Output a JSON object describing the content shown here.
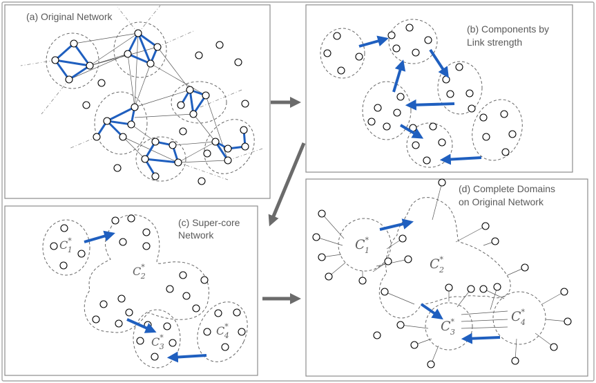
{
  "panels": {
    "a": {
      "label": "(a) Original Network"
    },
    "b": {
      "label_line1": "(b) Components by",
      "label_line2": "Link strength"
    },
    "c": {
      "label_line1": "(c) Super-core",
      "label_line2": "Network"
    },
    "d": {
      "label_line1": "(d) Complete Domains",
      "label_line2": "on Original Network"
    }
  },
  "domains": {
    "c1": {
      "base": "C",
      "sup": "*",
      "sub": "1"
    },
    "c2": {
      "base": "C",
      "sup": "*",
      "sub": "2"
    },
    "c3": {
      "base": "C",
      "sup": "*",
      "sub": "3"
    },
    "c4": {
      "base": "C",
      "sup": "*",
      "sub": "4"
    }
  },
  "colors": {
    "strong_link": "#1f5fbf",
    "flow_arrow": "#1f5fbf",
    "step_arrow": "#6b6b6b",
    "panel_border": "#8c8c8c",
    "label_text": "#595959"
  }
}
